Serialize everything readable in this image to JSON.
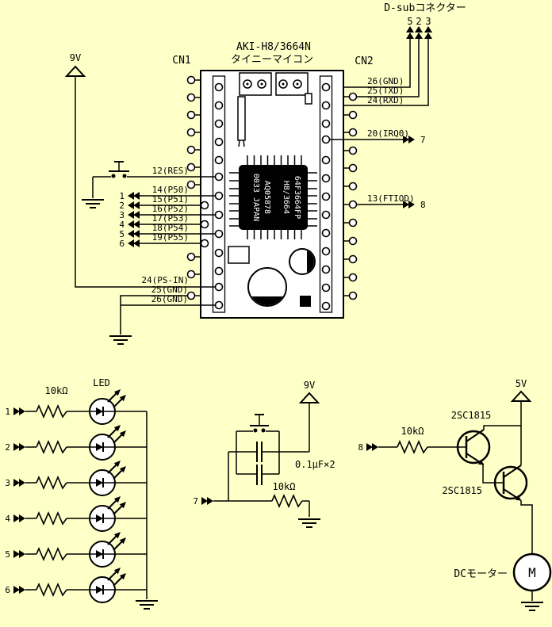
{
  "dsub": {
    "label": "D-subコネクター",
    "pins": [
      "5",
      "2",
      "3"
    ]
  },
  "board": {
    "title1": "AKI-H8/3664N",
    "title2": "タイニーマイコン",
    "cn1": "CN1",
    "cn2": "CN2",
    "ic_lines": [
      "64F3664FP",
      "H8/3664",
      "AQ05878",
      "0033 JAPAN"
    ]
  },
  "power": {
    "v9_top": "9V",
    "v9_mid": "9V",
    "v5": "5V"
  },
  "cn1": {
    "res": "12(RES)",
    "p50": "14(P50)",
    "p51": "15(P51)",
    "p52": "16(P52)",
    "p53": "17(P53)",
    "p54": "18(P54)",
    "p55": "19(P55)",
    "psin": "24(PS-IN)",
    "gnd25": "25(GND)",
    "gnd26": "26(GND)",
    "nums": [
      "1",
      "2",
      "3",
      "4",
      "5",
      "6"
    ]
  },
  "cn2": {
    "gnd26": "26(GND)",
    "txd": "25(TXD)",
    "rxd": "24(RXD)",
    "irq0": "20(IRQ0)",
    "irq0_dest": "7",
    "ftiod": "13(FTIOD)",
    "ftiod_dest": "8"
  },
  "led": {
    "label": "LED",
    "resistor": "10kΩ",
    "nums": [
      "1",
      "2",
      "3",
      "4",
      "5",
      "6"
    ]
  },
  "debounce": {
    "rail": "9V",
    "input": "7",
    "cap": "0.1μF×2",
    "resistor": "10kΩ"
  },
  "driver": {
    "rail": "5V",
    "input": "8",
    "resistor": "10kΩ",
    "q1": "2SC1815",
    "q2": "2SC1815",
    "motor_label": "DCモーター",
    "motor": "M"
  }
}
